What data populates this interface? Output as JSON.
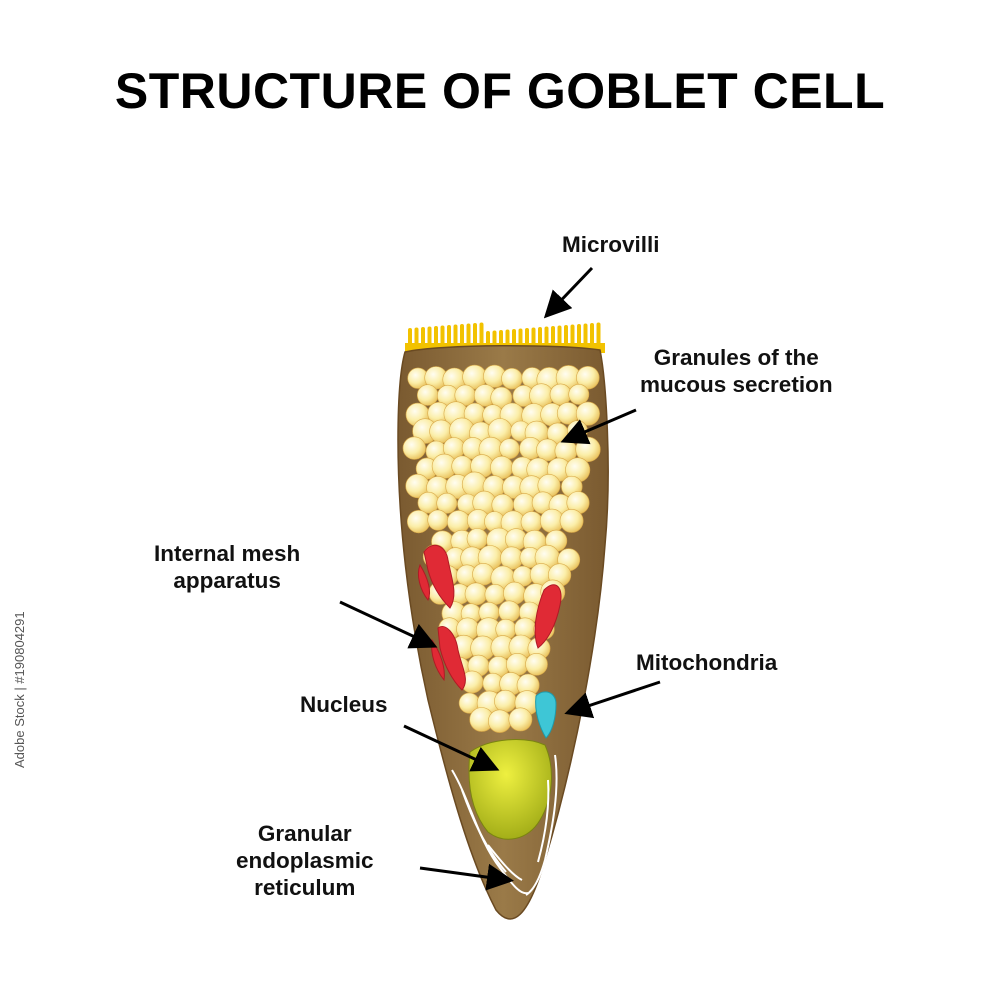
{
  "title": "STRUCTURE OF GOBLET CELL",
  "labels": {
    "microvilli": "Microvilli",
    "granules_line1": "Granules of the",
    "granules_line2": "mucous secretion",
    "mesh_line1": "Internal mesh",
    "mesh_line2": "apparatus",
    "mitochondria": "Mitochondria",
    "nucleus": "Nucleus",
    "er_line1": "Granular",
    "er_line2": "endoplasmic",
    "er_line3": "reticulum"
  },
  "watermark": "Adobe Stock | #190804291",
  "colors": {
    "cell_body": "#8a6a3c",
    "microvilli": "#f2c200",
    "granule": "#fbeea8",
    "golgi": "#e02a35",
    "mitochondria": "#3ec6d6",
    "nucleus": "#c9d41a",
    "arrow": "#000000"
  }
}
